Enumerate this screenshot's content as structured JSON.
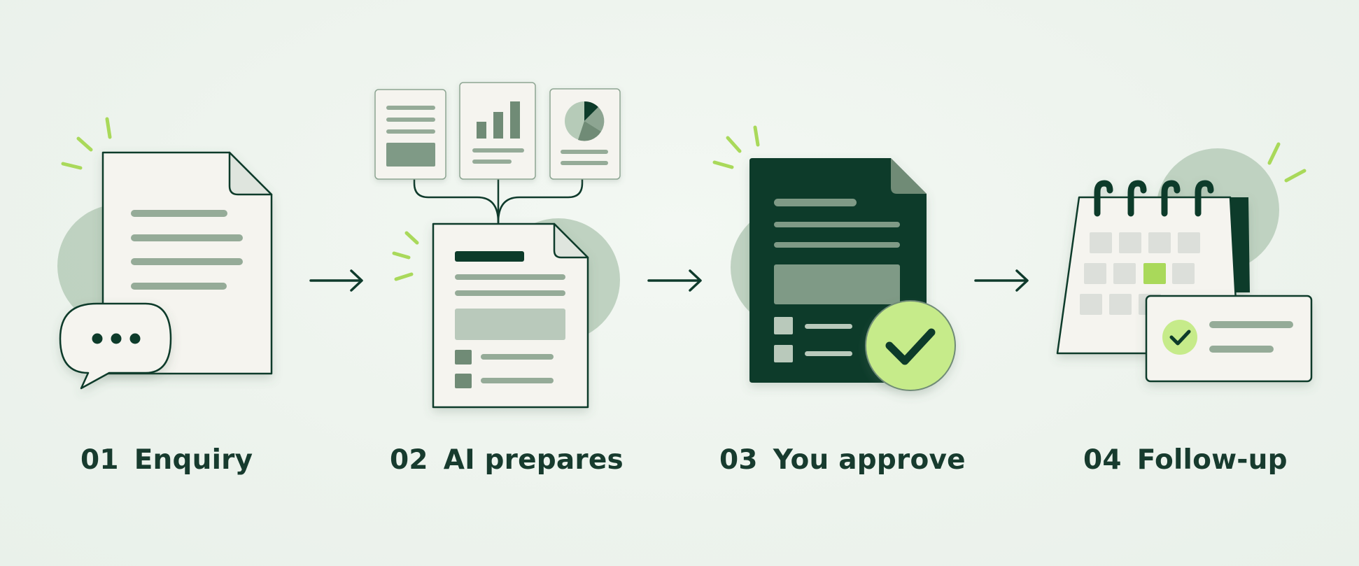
{
  "steps": [
    {
      "number": "01",
      "label": "Enquiry",
      "icon": "document-with-chat-bubble-icon"
    },
    {
      "number": "02",
      "label": "AI prepares",
      "icon": "document-generated-from-reports-icon"
    },
    {
      "number": "03",
      "label": "You approve",
      "icon": "approved-document-icon"
    },
    {
      "number": "04",
      "label": "Follow-up",
      "icon": "calendar-with-checked-task-icon"
    }
  ],
  "colors": {
    "background": "#eef4ee",
    "dark_green": "#0f3b2c",
    "sage": "#7f9a86",
    "light_sage": "#b7cbb9",
    "lime": "#c6eb8a",
    "lime_bright": "#a9d95a",
    "paper": "#f5f4ef",
    "text": "#173b2e"
  }
}
